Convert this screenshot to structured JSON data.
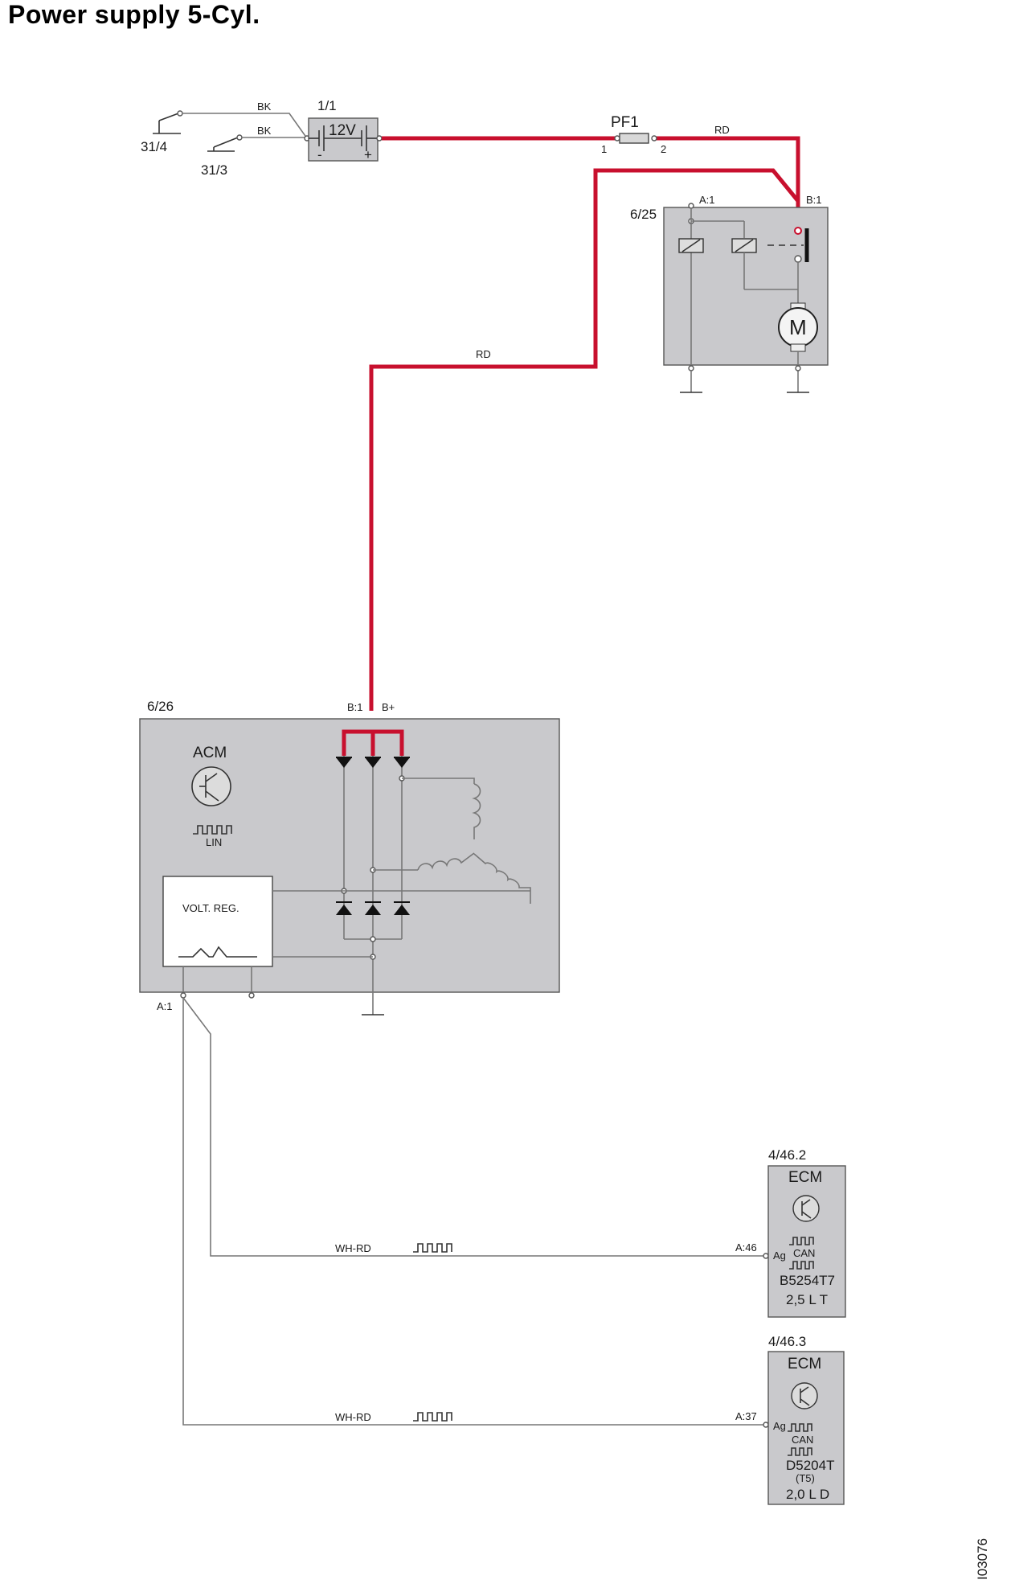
{
  "title": "Power supply 5-Cyl.",
  "image_code": "I03076",
  "colors": {
    "red_wire": "#c8102e",
    "box_fill": "#c9c9cc",
    "wire": "#777777"
  },
  "ground_points": {
    "g1": "31/4",
    "g2": "31/3"
  },
  "wires": {
    "bk1": "BK",
    "bk2": "BK",
    "rd_top": "RD",
    "rd_mid": "RD",
    "whrd1": "WH-RD",
    "whrd2": "WH-RD"
  },
  "battery": {
    "ref": "1/1",
    "voltage": "12V",
    "neg": "-",
    "pos": "+"
  },
  "fuse": {
    "ref": "PF1",
    "pin1": "1",
    "pin2": "2"
  },
  "starter": {
    "ref": "6/25",
    "pin_a": "A:1",
    "pin_b": "B:1",
    "motor": "M"
  },
  "alternator": {
    "ref": "6/26",
    "pin_b1": "B:1",
    "pin_bplus": "B+",
    "module": "ACM",
    "lin": "LIN",
    "regulator": "VOLT. REG.",
    "pin_a1": "A:1"
  },
  "ecm1": {
    "ref": "4/46.2",
    "name": "ECM",
    "pin": "A:46",
    "ag": "Ag",
    "can": "CAN",
    "engine": "B5254T7",
    "variant": "2,5 L T"
  },
  "ecm2": {
    "ref": "4/46.3",
    "name": "ECM",
    "pin": "A:37",
    "ag": "Ag",
    "can": "CAN",
    "engine": "D5204T",
    "engine_sub": "(T5)",
    "variant": "2,0 L D"
  },
  "icons": [
    "ground-symbol",
    "battery-symbol",
    "fuse-symbol",
    "relay-coil-symbol",
    "motor-symbol",
    "diode-symbol",
    "transistor-icon",
    "signal-waveform-icon"
  ]
}
